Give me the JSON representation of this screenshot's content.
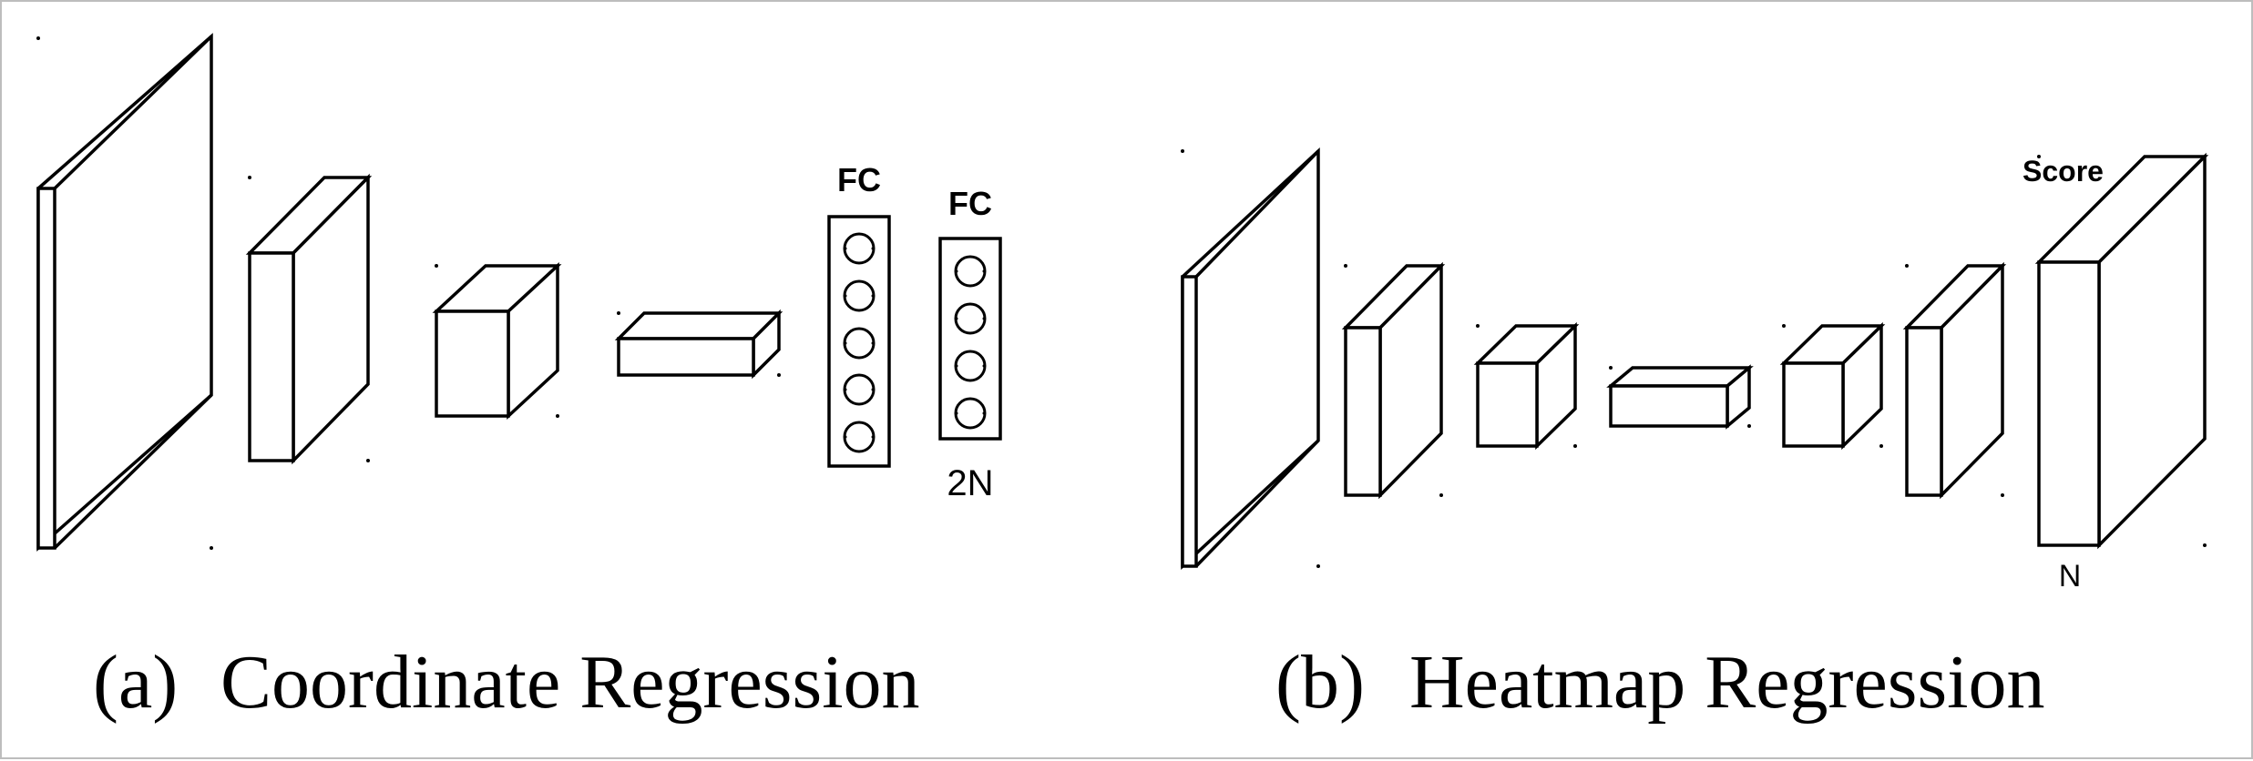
{
  "panel_a": {
    "tag": "(a)",
    "caption": "Coordinate Regression",
    "fc1_label": "FC",
    "fc2_label": "FC",
    "output_label": "2N"
  },
  "panel_b": {
    "tag": "(b)",
    "caption": "Heatmap Regression",
    "score_label": "Score",
    "output_label": "N"
  }
}
